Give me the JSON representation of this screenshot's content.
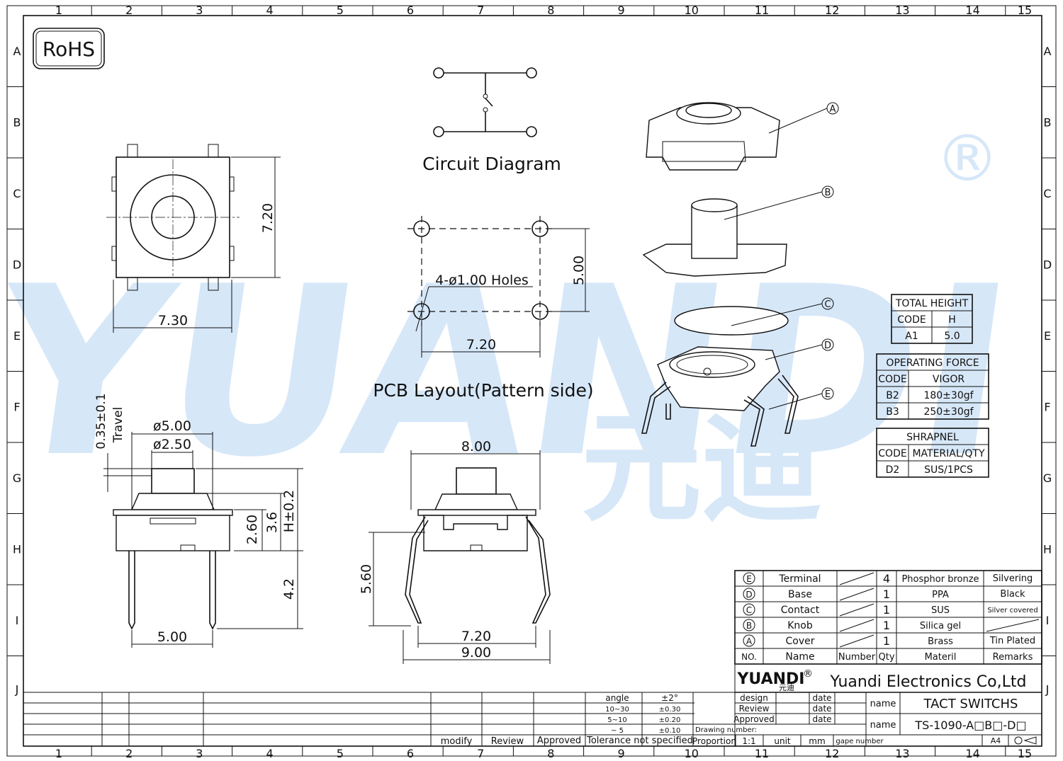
{
  "rohs": "RoHS",
  "registered_mark": "®",
  "watermark": {
    "text": "YUANDI",
    "cn": "元迪",
    "color": "#cfe3f7"
  },
  "grid": {
    "cols": [
      "1",
      "2",
      "3",
      "4",
      "5",
      "6",
      "7",
      "8",
      "9",
      "10",
      "11",
      "12",
      "13",
      "14",
      "15"
    ],
    "rows": [
      "A",
      "B",
      "C",
      "D",
      "E",
      "F",
      "G",
      "H",
      "I",
      "J"
    ]
  },
  "circuit": {
    "title": "Circuit Diagram"
  },
  "pcb": {
    "title": "PCB Layout(Pattern side)",
    "holes": "4-ø1.00 Holes",
    "dim_w": "7.20",
    "dim_h": "5.00"
  },
  "top_view": {
    "dim_w": "7.30",
    "dim_h": "7.20"
  },
  "side_view": {
    "d1": "ø5.00",
    "d2": "ø2.50",
    "travel": "0.35±0.1",
    "travel_label": "Travel",
    "h1": "2.60",
    "h2": "3.6",
    "h3": "H±0.2",
    "leg": "4.2",
    "pitch": "5.00"
  },
  "front_view": {
    "w_top": "8.00",
    "h": "5.60",
    "w_in": "7.20",
    "w_out": "9.00"
  },
  "callouts": [
    "A",
    "B",
    "C",
    "D",
    "E"
  ],
  "total_height": {
    "title": "TOTAL HEIGHT",
    "headers": [
      "CODE",
      "H"
    ],
    "rows": [
      [
        "A1",
        "5.0"
      ]
    ]
  },
  "operating_force": {
    "title": "OPERATING FORCE",
    "headers": [
      "CODE",
      "VIGOR"
    ],
    "rows": [
      [
        "B2",
        "180±30gf"
      ],
      [
        "B3",
        "250±30gf"
      ]
    ]
  },
  "shrapnel": {
    "title": "SHRAPNEL",
    "headers": [
      "CODE",
      "MATERIAL/QTY"
    ],
    "rows": [
      [
        "D2",
        "SUS/1PCS"
      ]
    ]
  },
  "bom": {
    "rows": [
      {
        "no": "E",
        "name": "Terminal",
        "qty": "4",
        "mat": "Phosphor bronze",
        "rem": "Silvering"
      },
      {
        "no": "D",
        "name": "Base",
        "qty": "1",
        "mat": "PPA",
        "rem": "Black"
      },
      {
        "no": "C",
        "name": "Contact",
        "qty": "1",
        "mat": "SUS",
        "rem": "Silver covered"
      },
      {
        "no": "B",
        "name": "Knob",
        "qty": "1",
        "mat": "Silica gel",
        "rem": ""
      },
      {
        "no": "A",
        "name": "Cover",
        "qty": "1",
        "mat": "Brass",
        "rem": "Tin Plated"
      }
    ],
    "headers": {
      "no": "NO.",
      "name": "Name",
      "number": "Number",
      "qty": "Qty",
      "mat": "Materil",
      "rem": "Remarks"
    }
  },
  "title_block": {
    "logo": "YUANDI",
    "logo_cn": "元迪",
    "company": "Yuandi Electronics Co,Ltd",
    "design": "design",
    "review": "Review",
    "approved": "Approved",
    "date": "date",
    "name_label": "name",
    "name1": "TACT SWITCHS",
    "name2": "TS-1090-A□B□-D□",
    "drawing_number": "Drawing number:",
    "proportion": "Proportion",
    "scale": "1:1",
    "unit": "unit",
    "mm": "mm",
    "page_number": "gape number",
    "paper": "A4",
    "modify": "modify",
    "review2": "Review",
    "approved2": "Approved",
    "tolerance": "Tolerance not specified",
    "tol_rows": [
      [
        "angle",
        "±2°"
      ],
      [
        "10~30",
        "±0.30"
      ],
      [
        "5~10",
        "±0.20"
      ],
      [
        "~ 5",
        "±0.10"
      ]
    ]
  }
}
